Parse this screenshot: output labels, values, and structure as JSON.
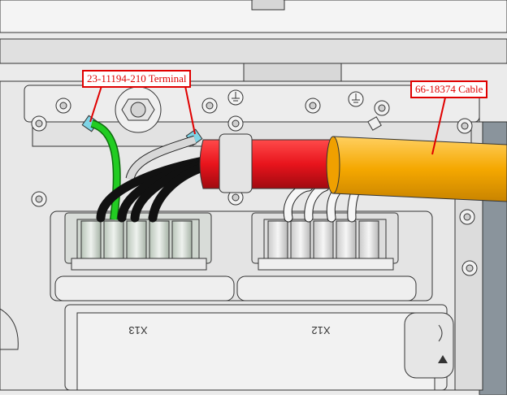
{
  "callouts": {
    "terminal": "23-11194-210 Terminal",
    "cable": "66-18374 Cable"
  },
  "connectors": {
    "left_label": "X13",
    "right_label": "X12"
  },
  "colors": {
    "callout_red": "#e00000",
    "cable_orange": "#f5a800",
    "cable_sleeve_red": "#e8141c",
    "ground_wire_green": "#22cc22",
    "housing_gray": "#e4e4e4",
    "wire_black": "#111111"
  },
  "icons": [
    "ground-symbol-icon",
    "lock-icon",
    "screw-icon"
  ]
}
